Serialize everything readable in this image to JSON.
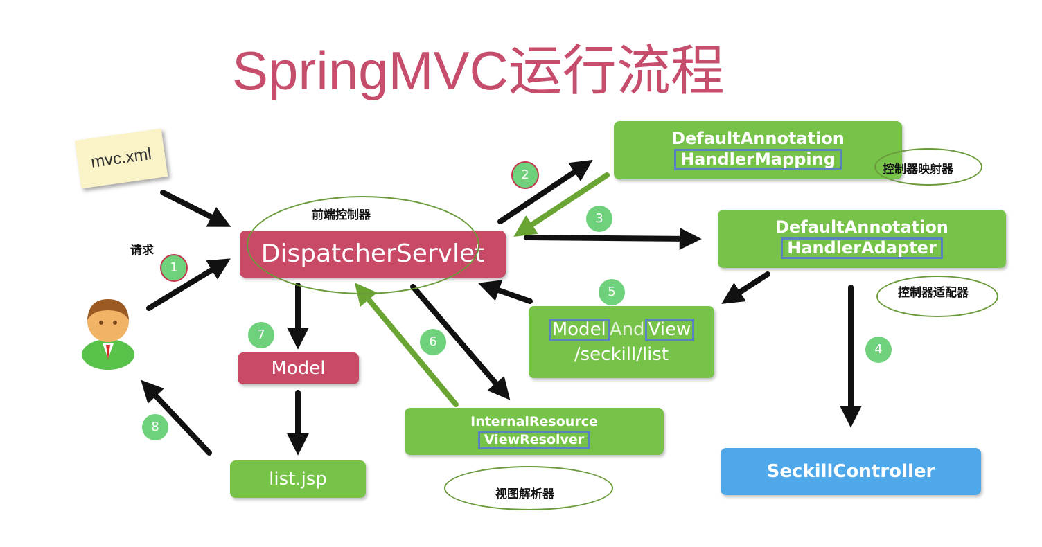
{
  "title": "SpringMVC运行流程",
  "config_note": "mvc.xml",
  "labels": {
    "request": "请求",
    "front_controller": "前端控制器",
    "handler_mapping": "控制器映射器",
    "handler_adapter": "控制器适配器",
    "view_resolver": "视图解析器"
  },
  "boxes": {
    "dispatcher": "DispatcherServlet",
    "mapping_line1": "DefaultAnnotation",
    "mapping_line2": "HandlerMapping",
    "adapter_line1": "DefaultAnnotation",
    "adapter_line2": "HandlerAdapter",
    "mav_part1": "Model",
    "mav_part2": "And",
    "mav_part3": "View",
    "mav_line2": "/seckill/list",
    "resolver_line1": "InternalResource",
    "resolver_line2": "ViewResolver",
    "model": "Model",
    "listjsp": "list.jsp",
    "controller": "SeckillController"
  },
  "steps": [
    "1",
    "2",
    "3",
    "4",
    "5",
    "6",
    "7",
    "8"
  ],
  "colors": {
    "title": "#c64d6c",
    "pink_box": "#c94a66",
    "green_box": "#77c34a",
    "blue_box": "#4fa8ea",
    "step_circle": "#6fd17b",
    "highlight_border": "#5b82c0",
    "ellipse": "#6a9a3a",
    "arrow_black": "#111111",
    "arrow_green": "#6aa533"
  },
  "icons": [
    "user-avatar-icon"
  ]
}
